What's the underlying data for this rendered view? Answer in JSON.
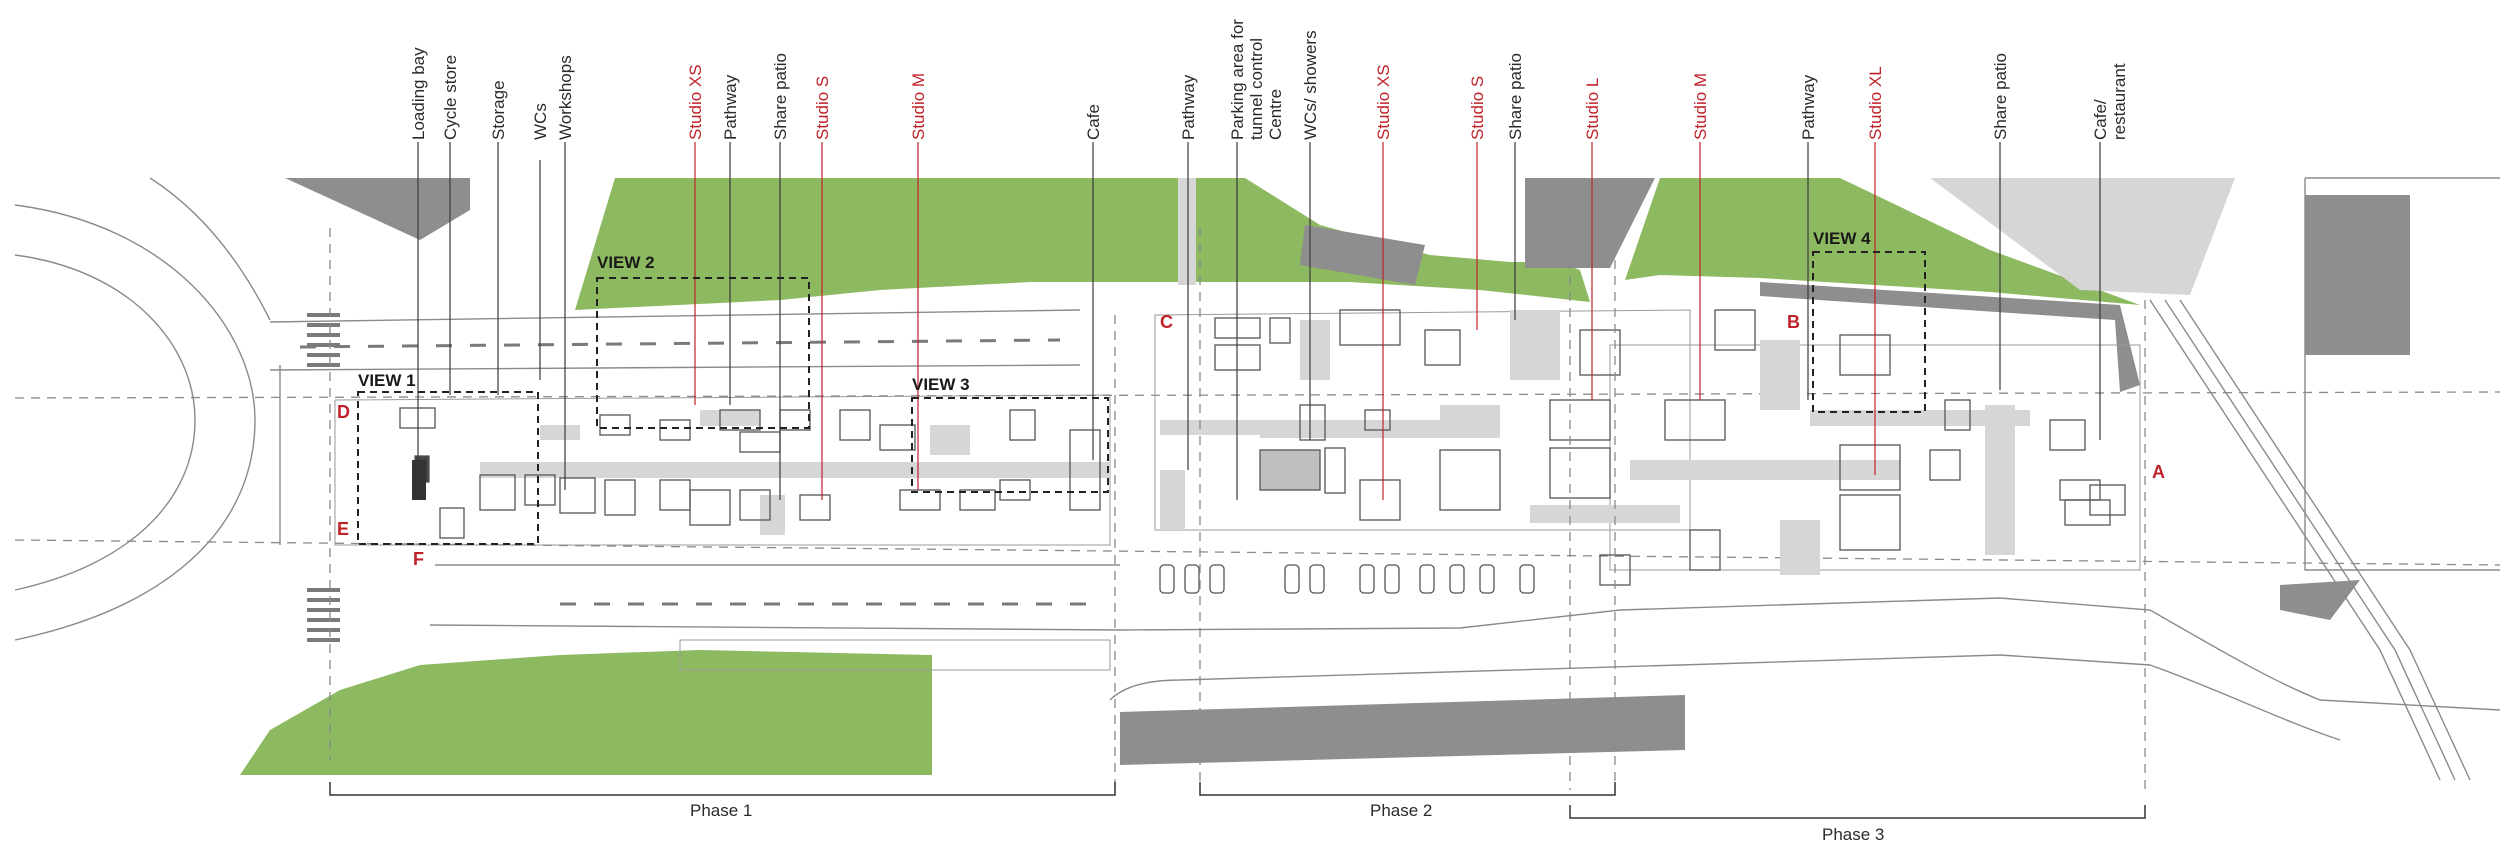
{
  "labels_top": [
    {
      "id": "loading-bay",
      "text": "Loading bay",
      "color": "#2a2a2a"
    },
    {
      "id": "cycle-store",
      "text": "Cycle store",
      "color": "#2a2a2a"
    },
    {
      "id": "storage",
      "text": "Storage",
      "color": "#2a2a2a"
    },
    {
      "id": "wcs",
      "text": "WCs",
      "color": "#2a2a2a"
    },
    {
      "id": "workshops",
      "text": "Workshops",
      "color": "#2a2a2a"
    },
    {
      "id": "studio-xs-1",
      "text": "Studio XS",
      "color": "#c0222a"
    },
    {
      "id": "pathway-1",
      "text": "Pathway",
      "color": "#2a2a2a"
    },
    {
      "id": "share-patio-1",
      "text": "Share patio",
      "color": "#2a2a2a"
    },
    {
      "id": "studio-s-1",
      "text": "Studio S",
      "color": "#c0222a"
    },
    {
      "id": "studio-m-1",
      "text": "Studio M",
      "color": "#c0222a"
    },
    {
      "id": "cafe-1",
      "text": "Cafe",
      "color": "#2a2a2a"
    },
    {
      "id": "pathway-2",
      "text": "Pathway",
      "color": "#2a2a2a"
    },
    {
      "id": "parking-area",
      "text": "Parking area for tunnel control Centre",
      "color": "#2a2a2a"
    },
    {
      "id": "wcs-showers",
      "text": "WCs/ showers",
      "color": "#2a2a2a"
    },
    {
      "id": "studio-xs-2",
      "text": "Studio XS",
      "color": "#c0222a"
    },
    {
      "id": "studio-s-2",
      "text": "Studio S",
      "color": "#c0222a"
    },
    {
      "id": "share-patio-2",
      "text": "Share patio",
      "color": "#2a2a2a"
    },
    {
      "id": "studio-l",
      "text": "Studio L",
      "color": "#c0222a"
    },
    {
      "id": "studio-m-2",
      "text": "Studio M",
      "color": "#c0222a"
    },
    {
      "id": "pathway-3",
      "text": "Pathway",
      "color": "#2a2a2a"
    },
    {
      "id": "studio-xl",
      "text": "Studio XL",
      "color": "#c0222a"
    },
    {
      "id": "share-patio-3",
      "text": "Share patio",
      "color": "#2a2a2a"
    },
    {
      "id": "cafe-restaurant",
      "text": "Cafe/ restaurant",
      "color": "#2a2a2a"
    }
  ],
  "views": [
    "VIEW 1",
    "VIEW 2",
    "VIEW 3",
    "VIEW 4"
  ],
  "markers": [
    "A",
    "B",
    "C",
    "D",
    "E",
    "F"
  ],
  "phases": [
    "Phase 1",
    "Phase 2",
    "Phase 3"
  ],
  "colors": {
    "green": "#8db960",
    "red": "#c0222a",
    "dark_grey": "#8e8e8e",
    "light_grey": "#d6d6d6"
  }
}
